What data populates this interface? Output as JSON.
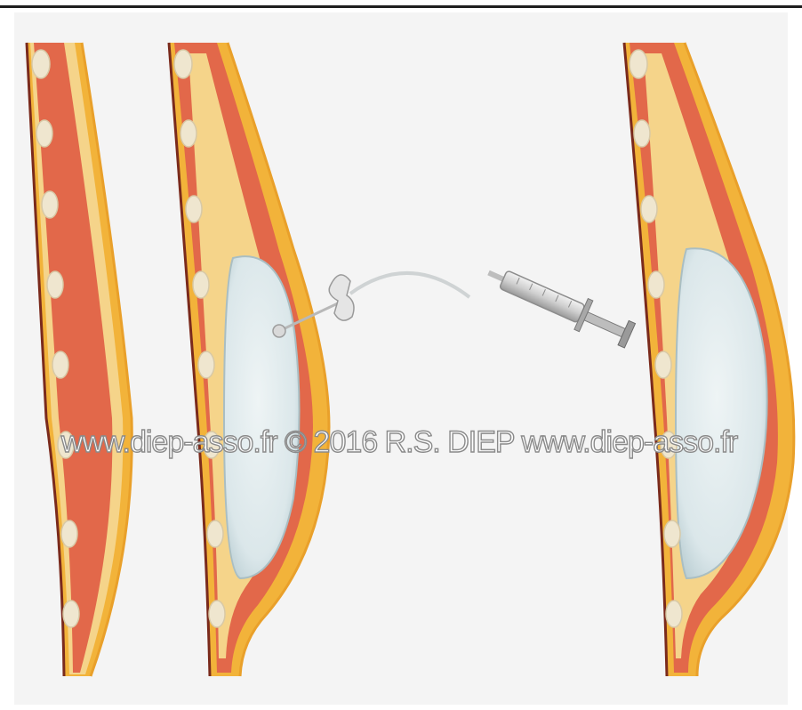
{
  "figure": {
    "watermark": "www.diep-asso.fr © 2016 R.S. DIEP www.diep-asso.fr",
    "stages": [
      "chest-wall-before",
      "expander-being-filled",
      "expanded-result"
    ],
    "colors": {
      "background": "#f4f4f4",
      "skin": "#f2b33a",
      "fat": "#f5d48a",
      "muscle": "#e2684a",
      "rib": "#efe6cf",
      "implant": "#dbe7ea",
      "implant_edge": "#a9bec3",
      "syringe": "#cfcfcf"
    }
  }
}
